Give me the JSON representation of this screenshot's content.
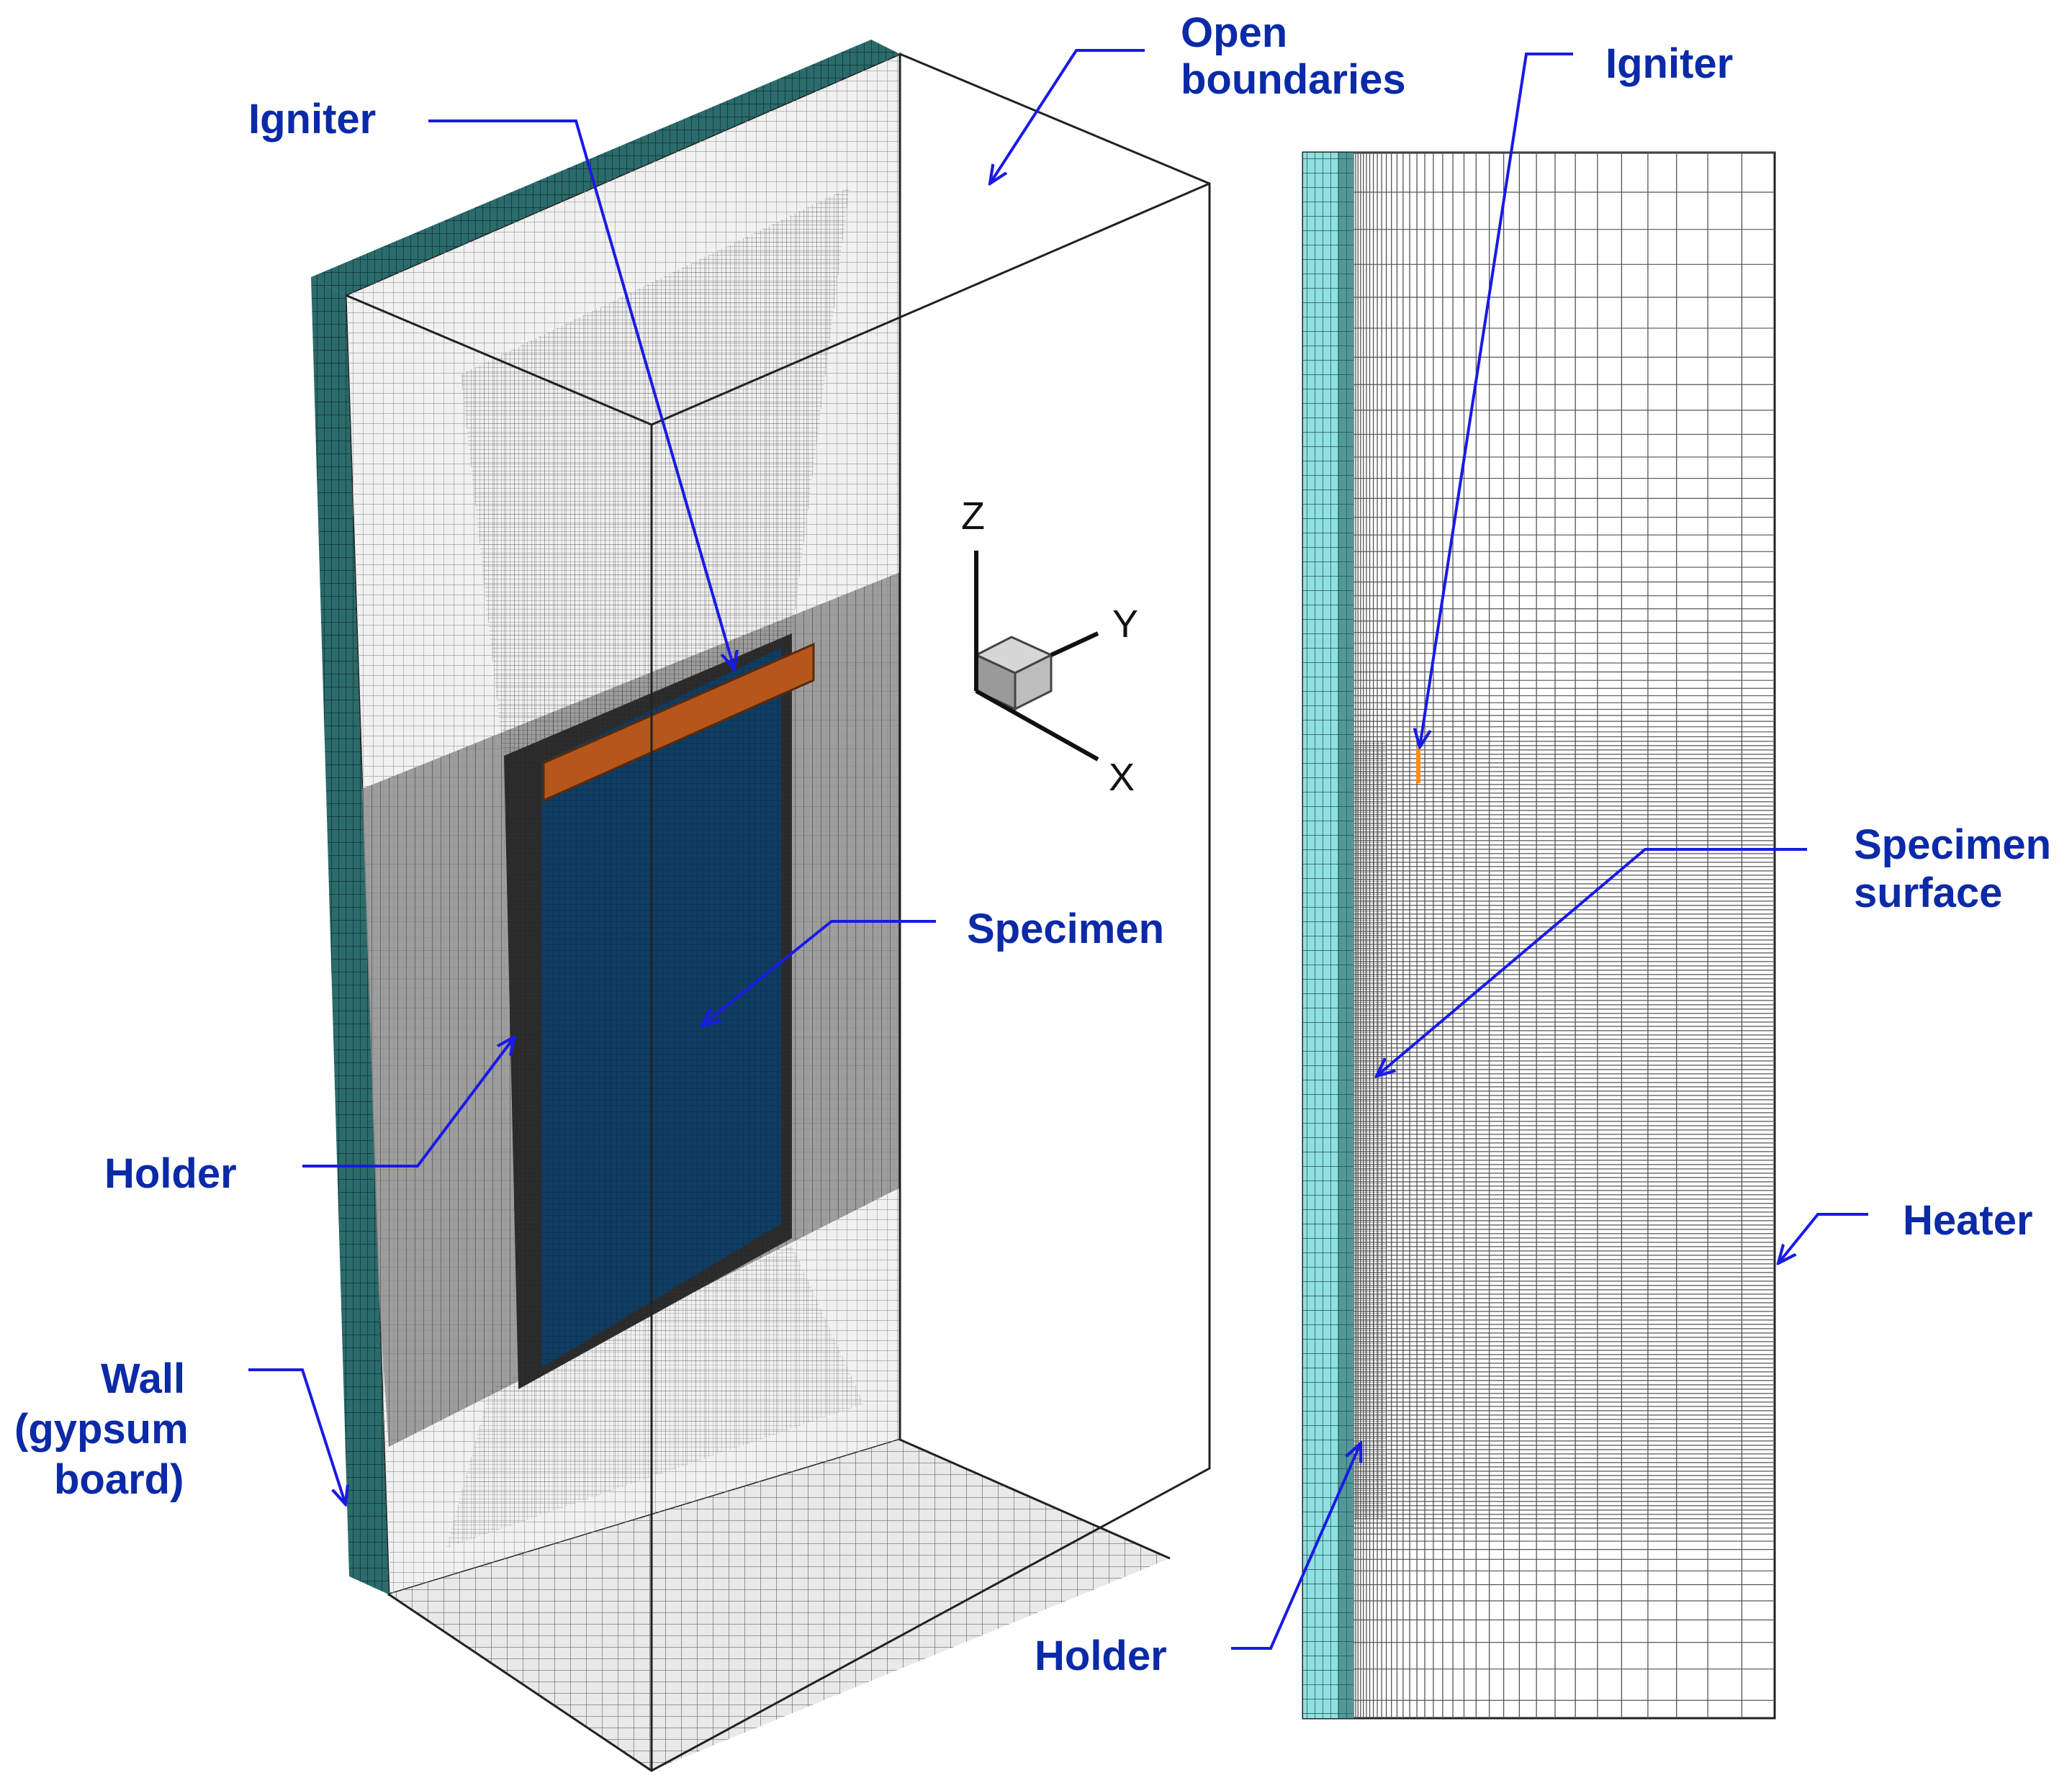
{
  "figure": {
    "background": "#ffffff",
    "callout_color": "#1a1ae6",
    "label_color": "#0b2aa8",
    "wall_color": "#7fd6d6",
    "specimen_color": "#0f3d63",
    "igniter_color": "#b5561d",
    "igniter_highlight_color": "#ff8c1a",
    "mesh_color": "#9a9a9a"
  },
  "left_view": {
    "labels": {
      "igniter": "Igniter",
      "open_boundaries_line1": "Open",
      "open_boundaries_line2": "boundaries",
      "specimen": "Specimen",
      "holder": "Holder",
      "wall_line1": "Wall",
      "wall_line2": "(gypsum",
      "wall_line3": "board)"
    },
    "axes": {
      "z": "Z",
      "y": "Y",
      "x": "X"
    }
  },
  "right_view": {
    "labels": {
      "igniter": "Igniter",
      "specimen_surface_line1": "Specimen",
      "specimen_surface_line2": "surface",
      "heater": "Heater",
      "holder": "Holder"
    }
  }
}
